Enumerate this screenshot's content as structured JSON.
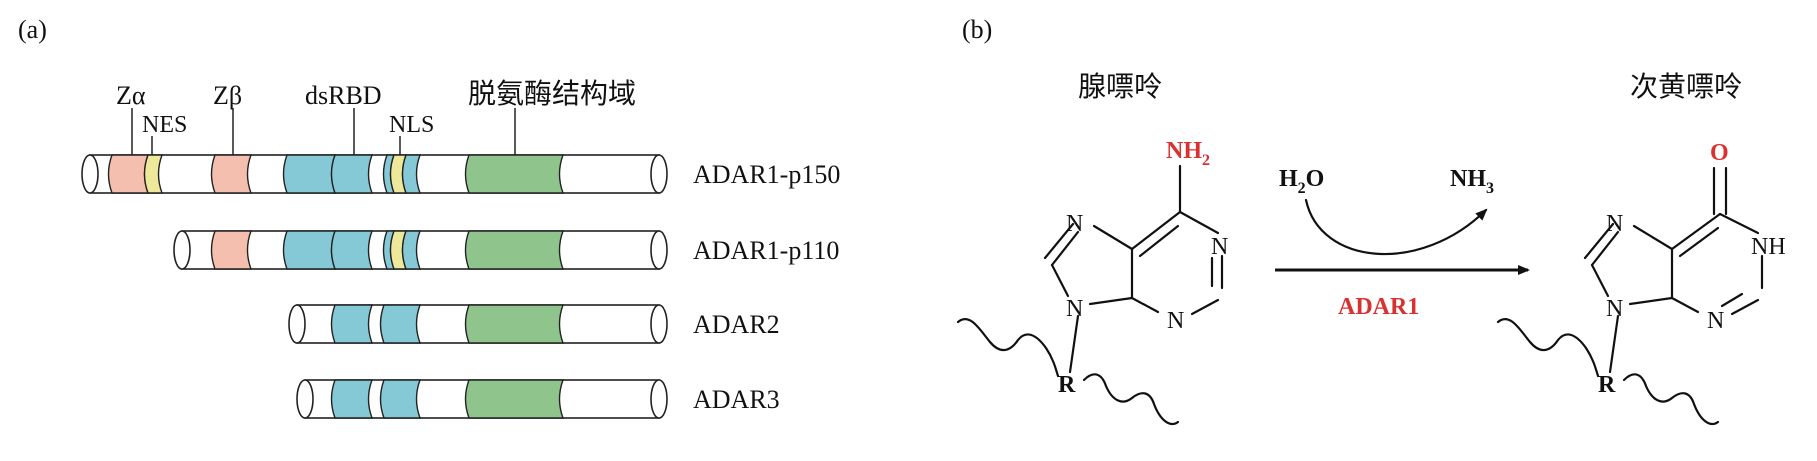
{
  "panel_a": {
    "label": "(a)",
    "domain_labels": {
      "za": "Zα",
      "nes": "NES",
      "zb": "Zβ",
      "dsrbd": "dsRBD",
      "nls": "NLS",
      "deaminase": "脱氨酶结构域"
    },
    "proteins": [
      {
        "name": "ADAR1-p150"
      },
      {
        "name": "ADAR1-p110"
      },
      {
        "name": "ADAR2"
      },
      {
        "name": "ADAR3"
      }
    ],
    "colors": {
      "z_domain": "#f4bfae",
      "nes_nls": "#eee89a",
      "dsrbd": "#86c9d6",
      "deaminase": "#8fc48c",
      "outline": "#222222"
    }
  },
  "panel_b": {
    "label": "(b)",
    "left_title": "腺嘌呤",
    "right_title": "次黄嘌呤",
    "left_molecule": {
      "substituent": "NH",
      "substituent_sub": "2",
      "ring_atoms": [
        "N",
        "N",
        "N",
        "N"
      ],
      "r_group": "R"
    },
    "right_molecule": {
      "substituent": "O",
      "ring_atoms": [
        "N",
        "NH",
        "N",
        "N"
      ],
      "r_group": "R"
    },
    "reactant": {
      "main": "H",
      "sub": "2",
      "tail": "O"
    },
    "product": {
      "main": "NH",
      "sub": "3"
    },
    "enzyme": "ADAR1",
    "colors": {
      "highlight": "#d9312f",
      "ink": "#111111"
    }
  }
}
